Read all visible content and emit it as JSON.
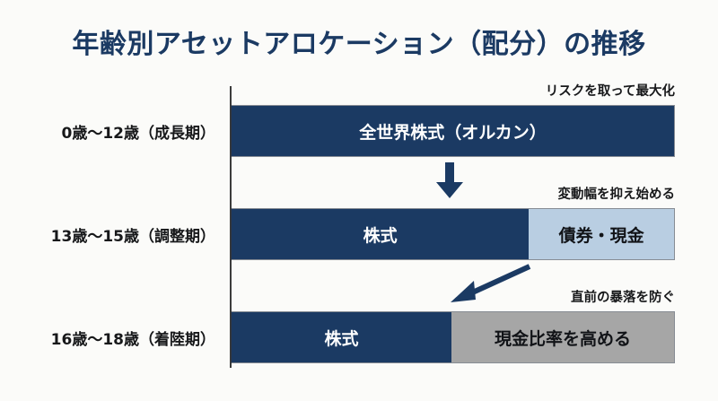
{
  "slide": {
    "title": "年齢別アセットアロケーション（配分）の推移",
    "background_color": "#fbfbf9",
    "title_color": "#1b3a63"
  },
  "colors": {
    "equity": "#1b3a63",
    "bond_cash": "#b9cee2",
    "cash": "#a6a6a6",
    "axis": "#3c3c3c",
    "text": "#17181a"
  },
  "chart_data": {
    "type": "bar",
    "orientation": "horizontal",
    "stacked": true,
    "title": "年齢別アセットアロケーション（配分）の推移",
    "xlabel": "",
    "ylabel": "",
    "grid": false,
    "legend": "none",
    "categories": [
      "0歳〜12歳（成長期）",
      "13歳〜15歳（調整期）",
      "16歳〜18歳（着陸期）"
    ],
    "series": [
      {
        "name": "株式",
        "values": [
          100,
          67,
          50
        ],
        "color": "#1b3a63"
      },
      {
        "name": "債券・現金",
        "values": [
          0,
          33,
          0
        ],
        "color": "#b9cee2"
      },
      {
        "name": "現金比率を高める",
        "values": [
          0,
          0,
          50
        ],
        "color": "#a6a6a6"
      }
    ],
    "annotations": [
      "リスクを取って最大化",
      "変動幅を抑え始める",
      "直前の暴落を防ぐ"
    ]
  },
  "rows": [
    {
      "label": "0歳〜12歳（成長期）",
      "annotation": "リスクを取って最大化",
      "segments": [
        {
          "label": "全世界株式（オルカン）",
          "percent": 100,
          "kind": "equity"
        }
      ]
    },
    {
      "label": "13歳〜15歳（調整期）",
      "annotation": "変動幅を抑え始める",
      "segments": [
        {
          "label": "株式",
          "percent": 67,
          "kind": "equity"
        },
        {
          "label": "債券・現金",
          "percent": 33,
          "kind": "bond_cash"
        }
      ]
    },
    {
      "label": "16歳〜18歳（着陸期）",
      "annotation": "直前の暴落を防ぐ",
      "segments": [
        {
          "label": "株式",
          "percent": 50,
          "kind": "equity"
        },
        {
          "label": "現金比率を高める",
          "percent": 50,
          "kind": "cash"
        }
      ]
    }
  ],
  "arrows": [
    {
      "name": "down-arrow",
      "direction": "down"
    },
    {
      "name": "diagonal-arrow",
      "direction": "down-left"
    }
  ]
}
